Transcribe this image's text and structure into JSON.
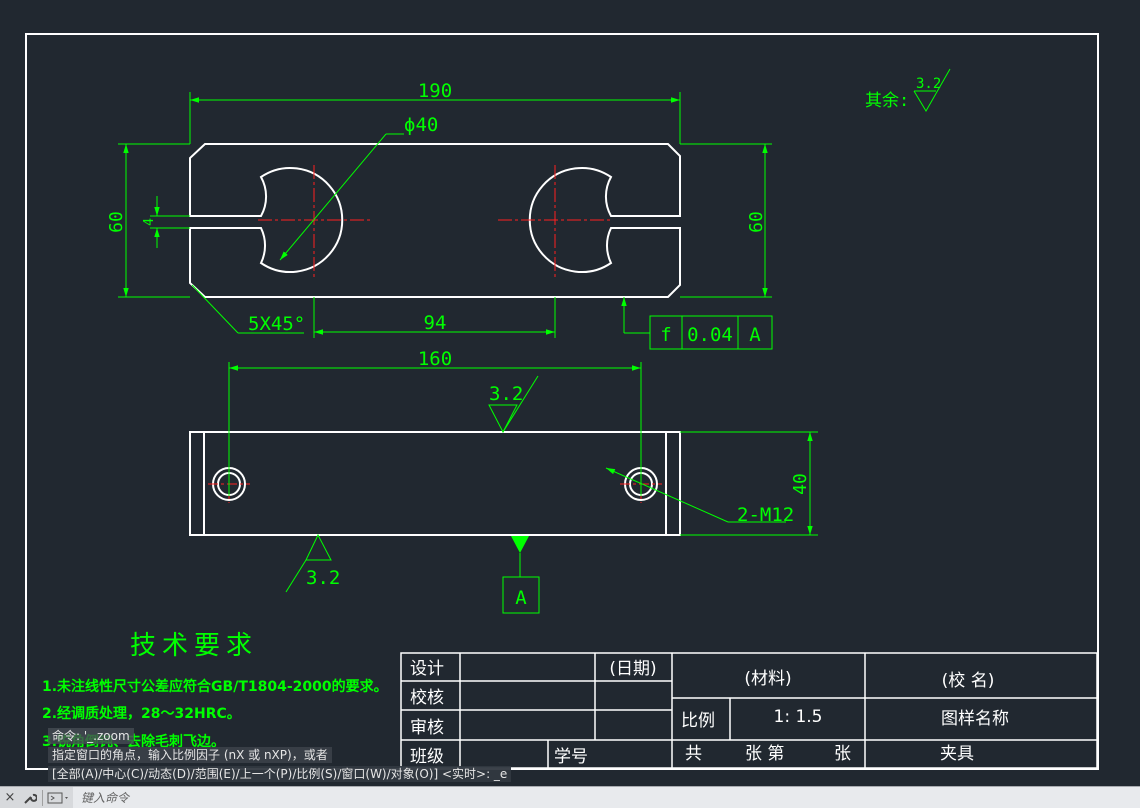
{
  "dimensions": {
    "top_length": "190",
    "hole_diameter": "ϕ40",
    "left_height": "60",
    "slot_width": "4",
    "right_height": "60",
    "chamfer": "5X45°",
    "hole_spacing": "94",
    "bottom_length": "160",
    "bottom_height": "40",
    "thread_callout": "2-M12"
  },
  "surface_finish": {
    "general_label": "其余:",
    "general_value": "3.2",
    "top_value": "3.2",
    "bottom_value": "3.2"
  },
  "tolerance": {
    "symbol": "f",
    "value": "0.04",
    "datum": "A"
  },
  "datum_label": "A",
  "tech_requirements": {
    "title": "技术要求",
    "items": [
      "1.未注线性尺寸公差应符合GB/T1804-2000的要求。",
      "2.经调质处理，28～32HRC。",
      "3.锐角倒钝、去除毛刺飞边。"
    ]
  },
  "title_block": {
    "design": "设计",
    "date": "(日期)",
    "check": "校核",
    "review": "审核",
    "class": "班级",
    "student_no": "学号",
    "material": "(材料)",
    "school": "(校 名)",
    "scale_label": "比例",
    "scale_value": "1: 1.5",
    "drawing_name": "图样名称",
    "total": "共",
    "sheets1": "张 第",
    "sheets2": "张",
    "part_name": "夹具"
  },
  "command_history": [
    "命令: '_.zoom",
    "指定窗口的角点，输入比例因子 (nX 或 nXP)，或者",
    "[全部(A)/中心(C)/动态(D)/范围(E)/上一个(P)/比例(S)/窗口(W)/对象(O)] <实时>: _e"
  ],
  "command_bar": {
    "close_glyph": "×",
    "placeholder": "键入命令"
  }
}
